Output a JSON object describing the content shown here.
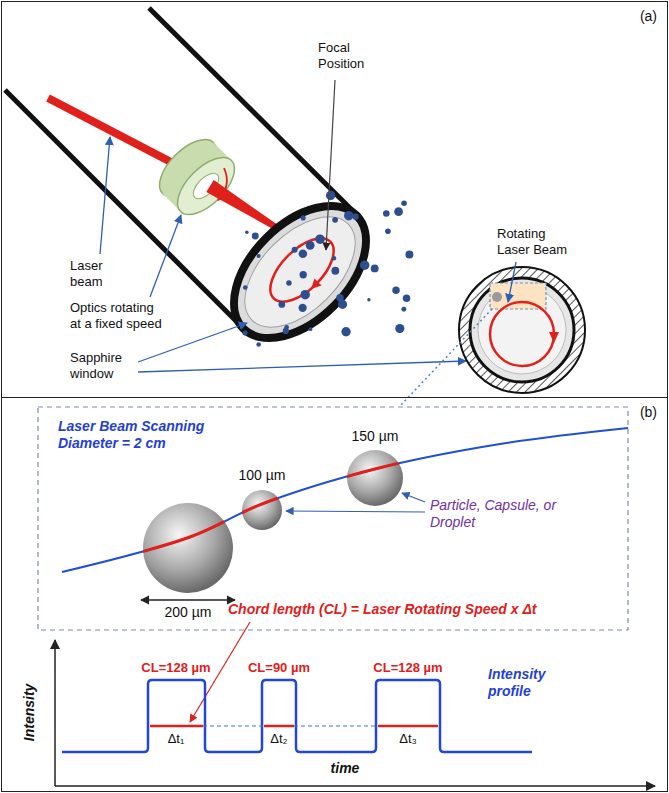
{
  "diagram": {
    "nodes": [
      {
        "text": [
          "(a)"
        ]
      },
      {
        "text": [
          "(b)"
        ]
      }
    ],
    "labels": [
      "Focal Position",
      "Laser beam",
      "Optics rotating at a fixed speed",
      "Sapphire window",
      "Rotating Laser Beam",
      "Laser Beam Scanning Diameter = 2 cm",
      "150 µm",
      "100 µm",
      "Particle, Capsule, or Droplet",
      "200 µm",
      "Chord length (CL) = Laser Rotating Speed x Δt",
      "Intensity",
      "CL=128 µm",
      "CL=90 µm",
      "CL=128 µm",
      "Intensity profile",
      "Δt₁",
      "Δt₂",
      "Δt₃",
      "time"
    ]
  }
}
